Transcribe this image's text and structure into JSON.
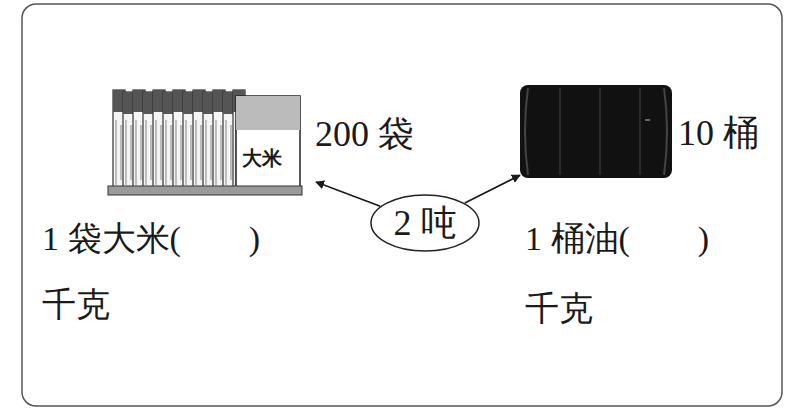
{
  "diagram": {
    "nodes": [
      {
        "text": [
          "大米",
          "200 袋"
        ]
      },
      {
        "text": [
          "2 吨"
        ]
      },
      {
        "text": [
          "10 桶"
        ]
      }
    ],
    "edges": [
      {
        "from": 1,
        "to": 0,
        "arrow": "to"
      },
      {
        "from": 1,
        "to": 2,
        "arrow": "to"
      }
    ],
    "labels": [
      "1 袋大米(        )",
      "千克",
      "1 桶油(        )",
      "千克"
    ]
  }
}
